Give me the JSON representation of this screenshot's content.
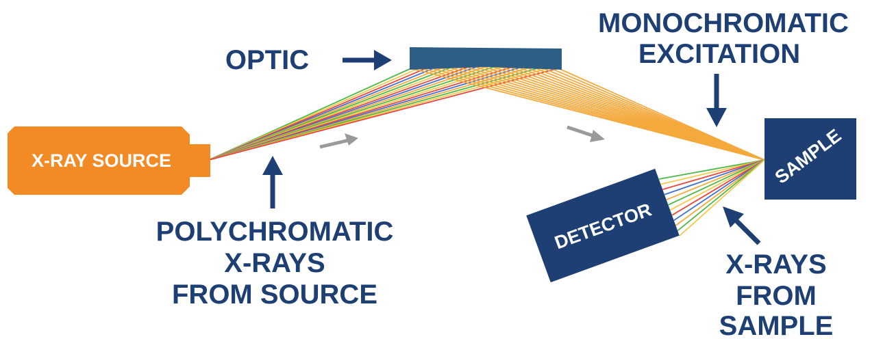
{
  "colors": {
    "navy": "#1d3f73",
    "optic_blue": "#2e5d86",
    "orange": "#f28a25",
    "grey_arrow": "#9a9a9a",
    "monochromatic_beam": "#f4a93c",
    "ray_palette": [
      "#4cb848",
      "#f2c94c",
      "#e8463c",
      "#3f6fd0",
      "#f4a93c"
    ]
  },
  "labels": {
    "optic": "OPTIC",
    "monochromatic_line1": "MONOCHROMATIC",
    "monochromatic_line2": "EXCITATION",
    "poly_line1": "POLYCHROMATIC",
    "poly_line2": "X-RAYS",
    "poly_line3": "FROM SOURCE",
    "xrays_line1": "X-RAYS",
    "xrays_line2": "FROM",
    "xrays_line3": "SAMPLE"
  },
  "components": {
    "source": "X-RAY SOURCE",
    "sample": "SAMPLE",
    "detector": "DETECTOR"
  },
  "icons": {
    "direction_arrows": "arrow-icon",
    "beam_direction": "grey-arrow-icon"
  }
}
